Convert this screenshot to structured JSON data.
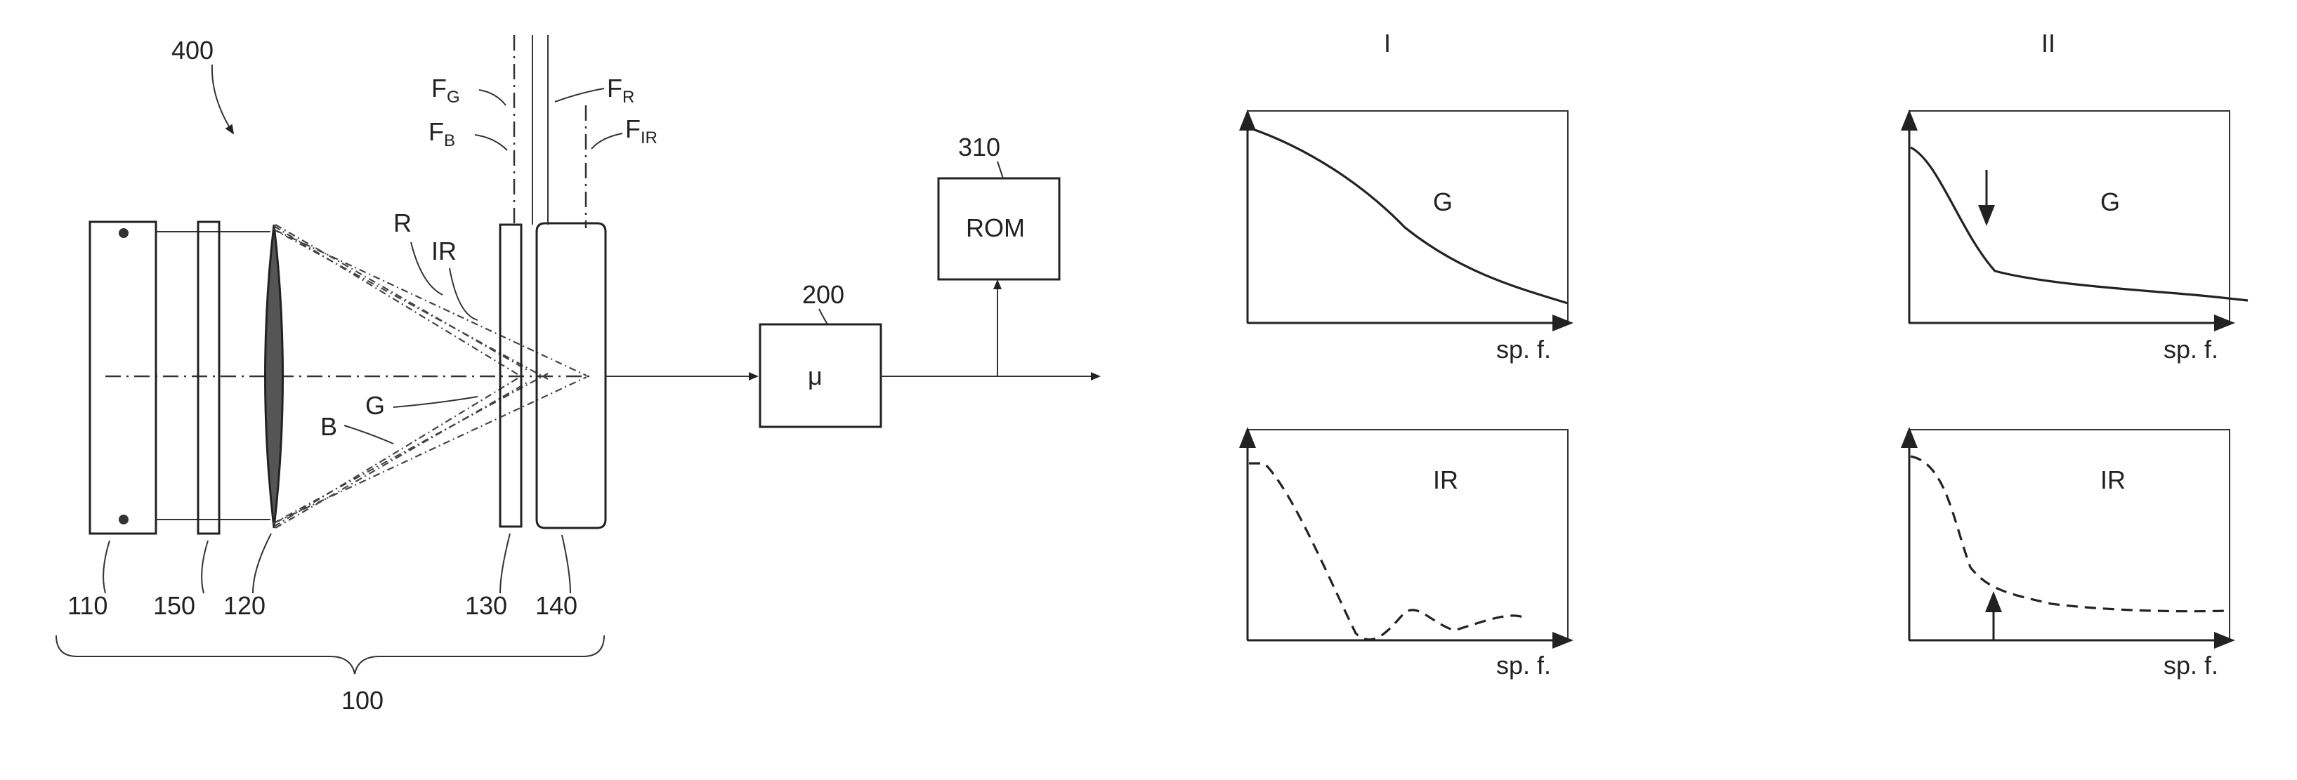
{
  "labels": {
    "system": "400",
    "camera": "100",
    "sensor": "110",
    "filter_plate": "150",
    "lens": "120",
    "plate": "130",
    "detector": "140",
    "processor_ref": "200",
    "processor": "μ",
    "rom_ref": "310",
    "rom": "ROM",
    "ray_r": "R",
    "ray_ir": "IR",
    "ray_g": "G",
    "ray_b": "B",
    "focus_letter": "F",
    "focus_g": "G",
    "focus_r": "R",
    "focus_b": "B",
    "focus_ir": "IR"
  },
  "graphs": {
    "column_1_label": "I",
    "column_2_label": "II",
    "axis_label": "sp. f.",
    "top_curve_label": "G",
    "bottom_curve_label": "IR"
  }
}
